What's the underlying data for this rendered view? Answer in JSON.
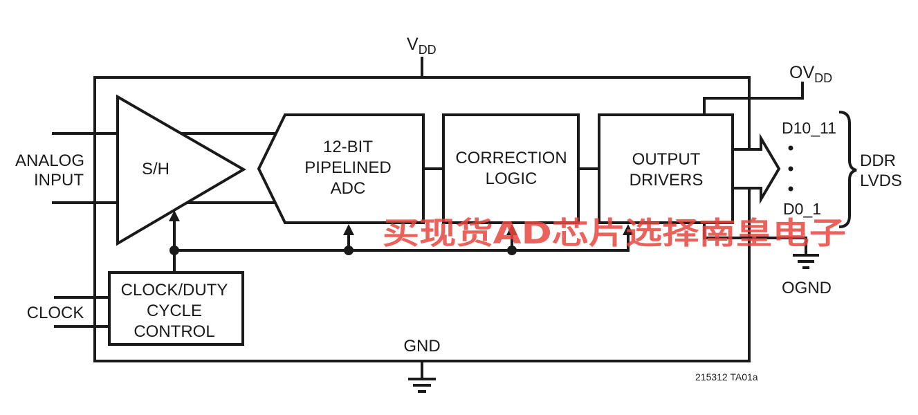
{
  "diagram": {
    "supply_top": {
      "main": "V",
      "sub": "DD"
    },
    "supply_out": {
      "main": "OV",
      "sub": "DD"
    },
    "analog_input": [
      "ANALOG",
      "INPUT"
    ],
    "clock_label": "CLOCK",
    "sh_label": "S/H",
    "adc_label": [
      "12-BIT",
      "PIPELINED",
      "ADC"
    ],
    "correction_label": [
      "CORRECTION",
      "LOGIC"
    ],
    "drivers_label": [
      "OUTPUT",
      "DRIVERS"
    ],
    "clock_duty_label": [
      "CLOCK/DUTY",
      "CYCLE",
      "CONTROL"
    ],
    "data_top": "D10_11",
    "data_bottom": "D0_1",
    "bus_label": [
      "DDR",
      "LVDS"
    ],
    "gnd_label": "GND",
    "ognd_label": "OGND",
    "figure_code": "215312 TA01a",
    "watermark": "买现货AD芯片选择南皇电子"
  }
}
